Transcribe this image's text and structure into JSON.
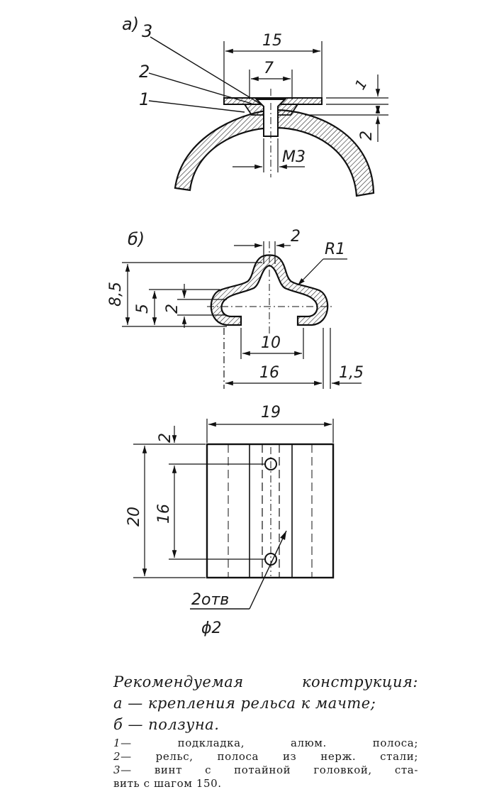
{
  "figure_a": {
    "panel_label": "а)",
    "callouts": [
      "3",
      "2",
      "1"
    ],
    "dims": {
      "width_plate": "15",
      "width_head": "7",
      "plate_thickness": "1",
      "gap": "2",
      "thread": "M3"
    }
  },
  "figure_b": {
    "panel_label": "б)",
    "dims": {
      "slot": "2",
      "radius": "R1",
      "height_total": "8,5",
      "height_mid": "5",
      "height_small": "2",
      "inner_width": "10",
      "outer_width": "16",
      "wall": "1,5"
    }
  },
  "figure_c": {
    "dims": {
      "width": "19",
      "offset": "2",
      "height": "20",
      "hole_pitch": "16",
      "holes_count": "2отв",
      "hole_dia": "ϕ2"
    }
  },
  "caption": {
    "line1_a": "Рекомендуемая",
    "line1_b": "конструкция:",
    "line2": "а — крепления рельса к мачте;",
    "line3": "б — ползуна."
  },
  "legend": [
    {
      "num": "1",
      "text": "— подкладка, алюм. полоса;"
    },
    {
      "num": "2",
      "text": "— рельс, полоса из нерж. стали;"
    },
    {
      "num": "3",
      "text": "— винт с потайной головкой, ста-"
    },
    {
      "num": "",
      "text": "вить с шагом 150."
    }
  ]
}
